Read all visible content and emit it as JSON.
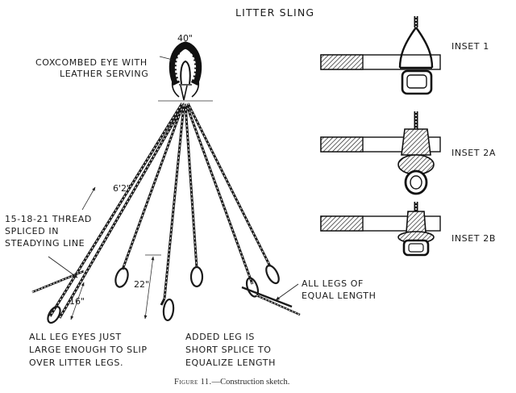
{
  "title": "LITTER SLING",
  "labels": {
    "eye_line1": "COXCOMBED EYE WITH",
    "eye_line2": "LEATHER SERVING",
    "thread_line1": "15-18-21 THREAD",
    "thread_line2": "SPLICED IN",
    "thread_line3": "STEADYING LINE",
    "equal_line1": "ALL LEGS OF",
    "equal_line2": "EQUAL LENGTH",
    "eyes_line1": "ALL LEG EYES JUST",
    "eyes_line2": "LARGE ENOUGH TO SLIP",
    "eyes_line3": "OVER LITTER LEGS.",
    "added_line1": "ADDED LEG IS",
    "added_line2": "SHORT SPLICE TO",
    "added_line3": "EQUALIZE LENGTH"
  },
  "dimensions": {
    "eye_width": "40\"",
    "leg_length": "6'2\"",
    "added_leg": "22\"",
    "eye_size": "16\""
  },
  "insets": [
    "INSET 1",
    "INSET 2A",
    "INSET 2B"
  ],
  "caption": {
    "figure": "Figure 11.",
    "text": "—Construction sketch."
  }
}
